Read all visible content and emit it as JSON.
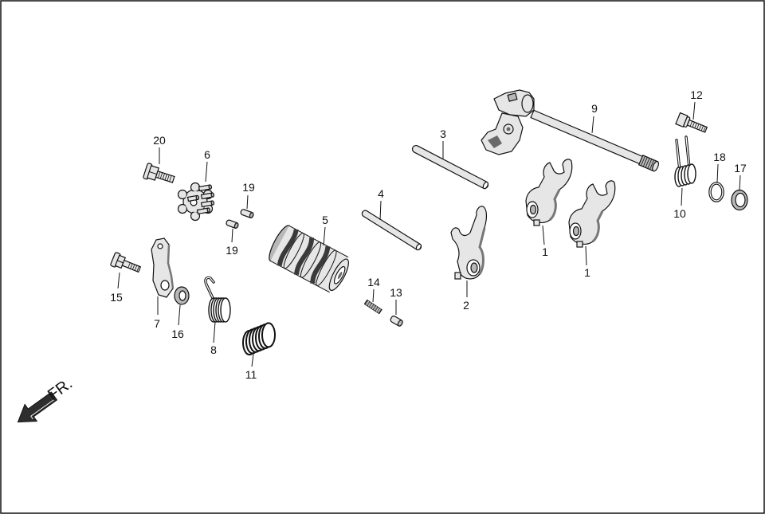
{
  "diagram": {
    "callouts": [
      "20",
      "6",
      "19",
      "19",
      "5",
      "4",
      "3",
      "9",
      "12",
      "18",
      "17",
      "10",
      "1",
      "1",
      "2",
      "14",
      "13",
      "15",
      "7",
      "16",
      "8",
      "11"
    ],
    "direction_label": "FR."
  }
}
